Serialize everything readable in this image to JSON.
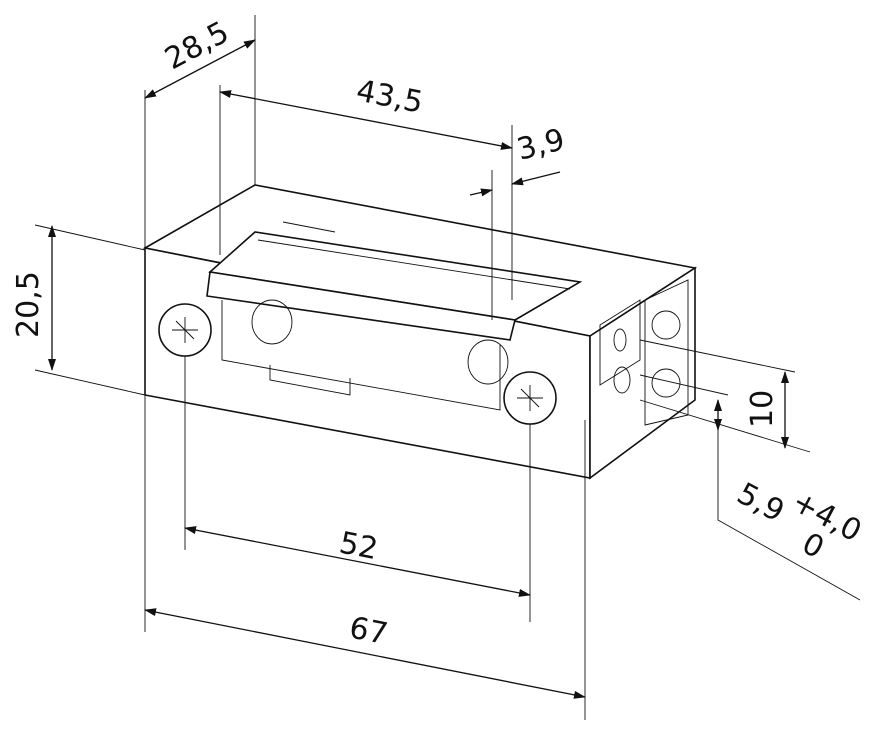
{
  "dimensions": {
    "depth": "28,5",
    "latch_length": "43,5",
    "latch_offset": "3,9",
    "height": "20,5",
    "terminal_spacing": "10",
    "adjust_base": "5,9",
    "adjust_plus": "+4,0",
    "adjust_minus": "0",
    "screw_spacing": "52",
    "overall_length": "67"
  },
  "colors": {
    "line": "#111111",
    "background": "#ffffff"
  }
}
